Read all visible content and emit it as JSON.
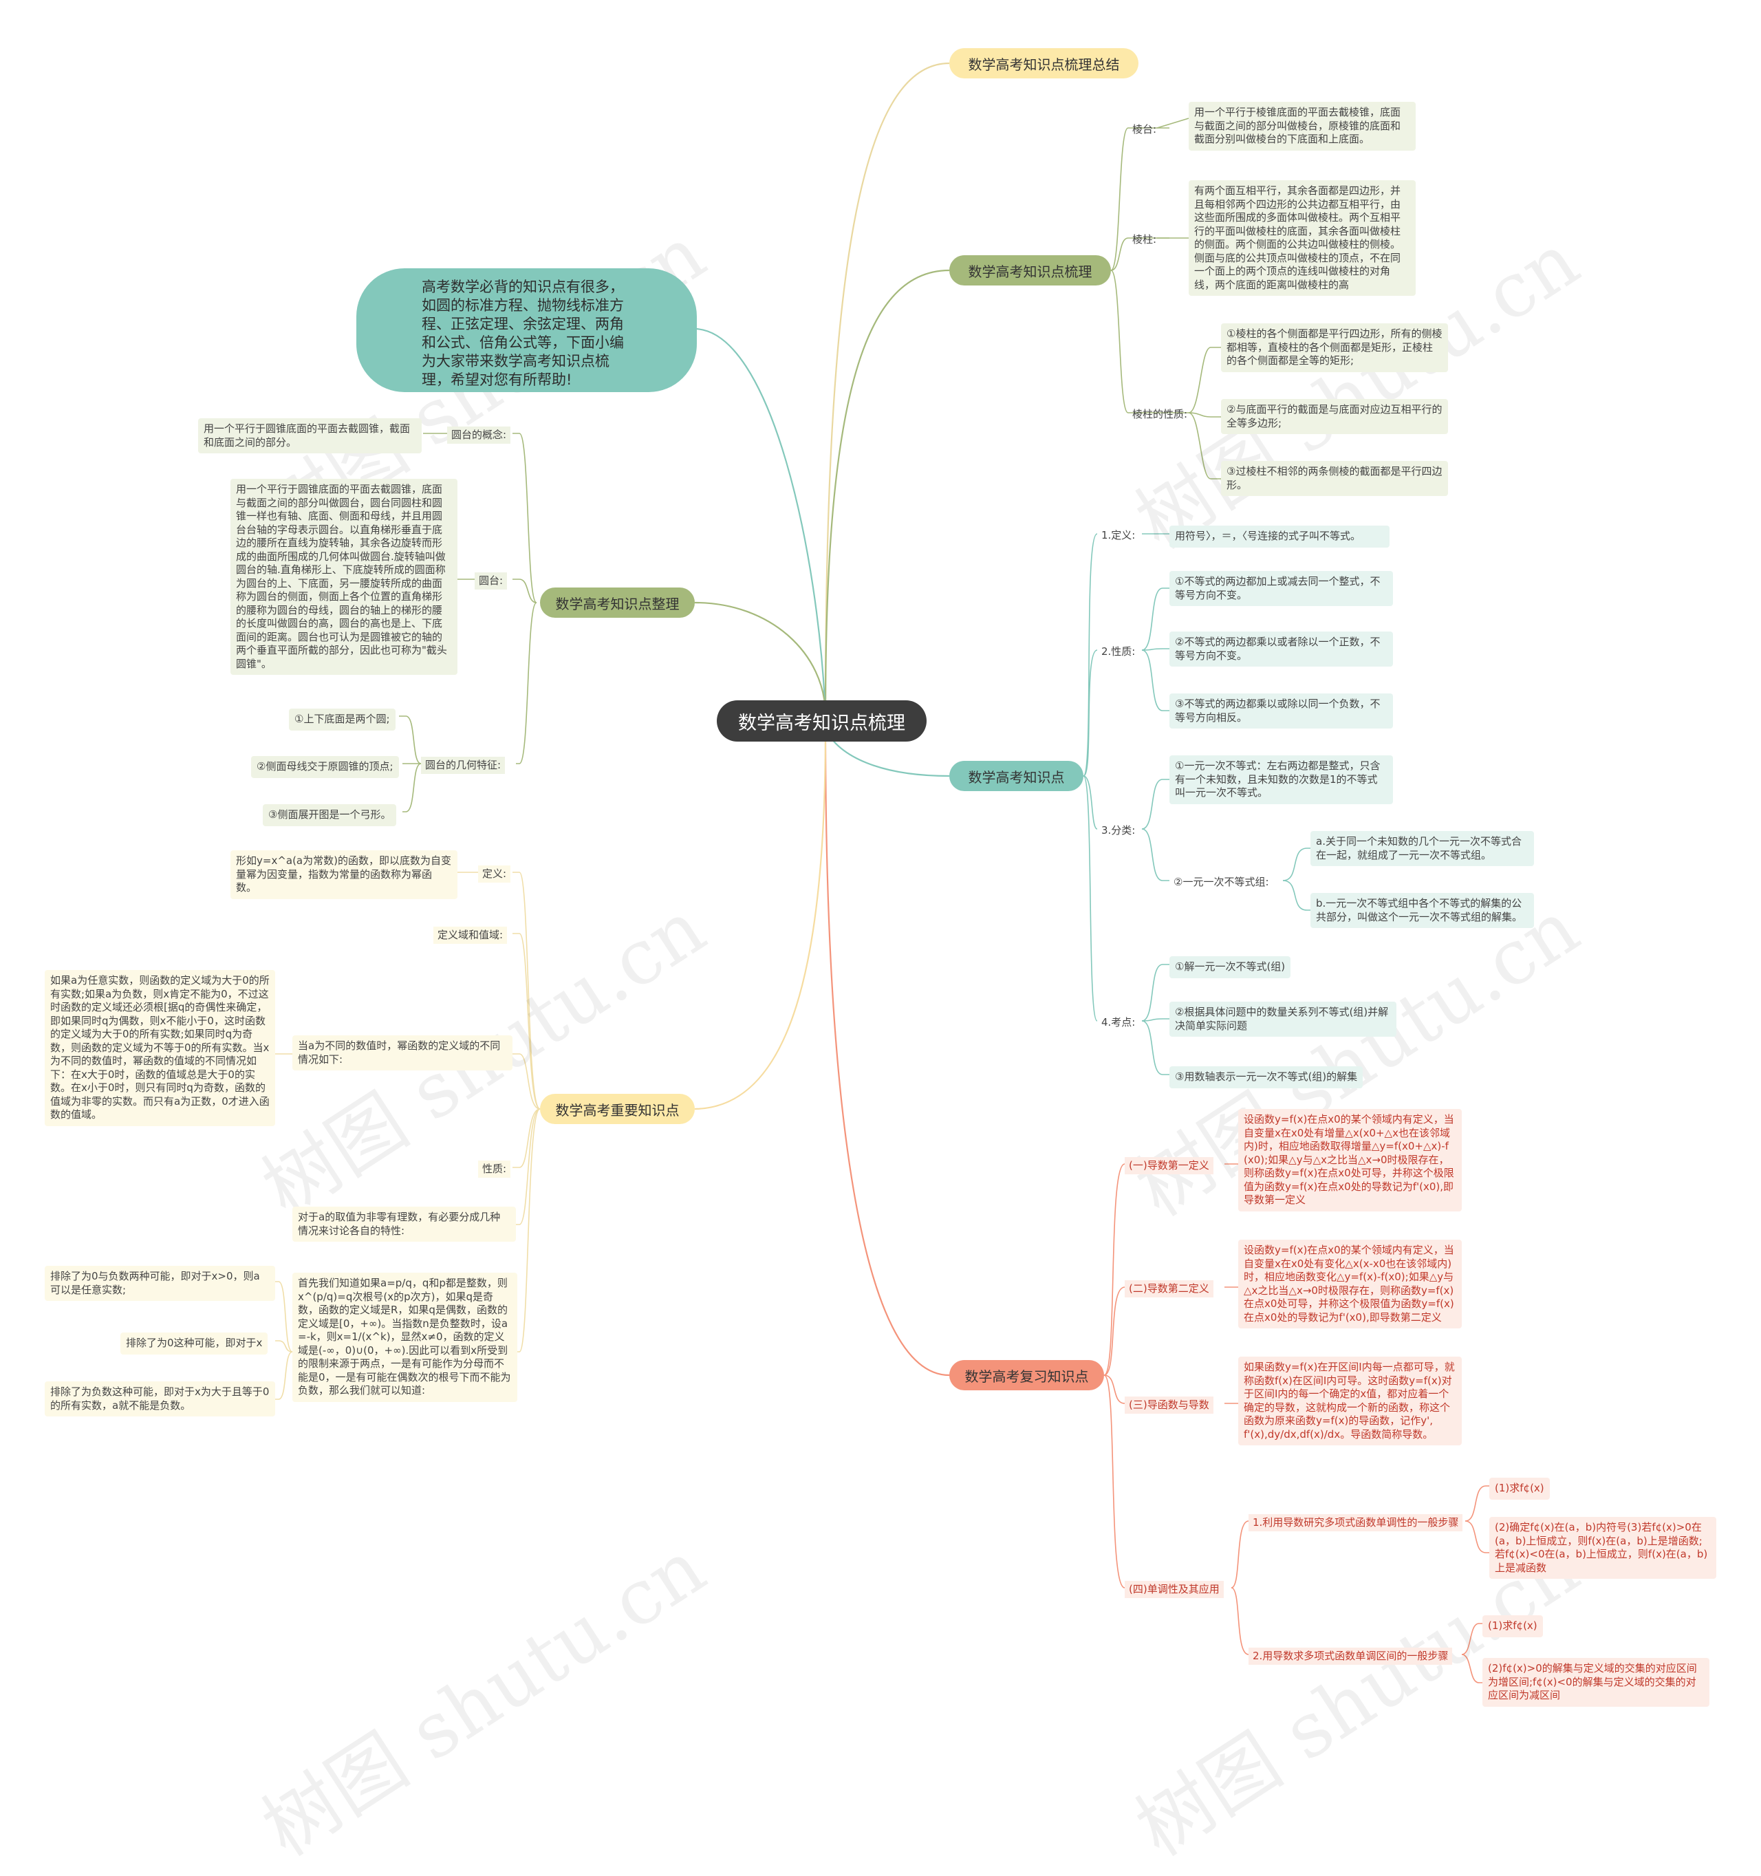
{
  "root": "数学高考知识点梳理",
  "intro": "高考数学必背的知识点有很多，如圆的标准方程、抛物线标准方程、正弦定理、余弦定理、两角和公式、倍角公式等，下面小编为大家带来数学高考知识点梳理，希望对您有所帮助!",
  "watermark": "树图 shutu.cn",
  "branches": {
    "summary": "数学高考知识点梳理总结",
    "sorting": "数学高考知识点梳理",
    "ineq": "数学高考知识点",
    "review": "数学高考复习知识点",
    "organize": "数学高考知识点整理",
    "important": "数学高考重要知识点"
  },
  "sorting": {
    "frustum_label": "棱台:",
    "frustum_text": "用一个平行于棱锥底面的平面去截棱锥，底面与截面之间的部分叫做棱台，原棱锥的底面和截面分别叫做棱台的下底面和上底面。",
    "prism_label": "棱柱:",
    "prism_text": "有两个面互相平行，其余各面都是四边形，并且每相邻两个四边形的公共边都互相平行，由这些面所围成的多面体叫做棱柱。两个互相平行的平面叫做棱柱的底面，其余各面叫做棱柱的侧面。两个侧面的公共边叫做棱柱的侧棱。侧面与底的公共顶点叫做棱柱的顶点，不在同一个面上的两个顶点的连线叫做棱柱的对角线，两个底面的距离叫做棱柱的高",
    "prop_label": "棱柱的性质:",
    "props": [
      "①棱柱的各个侧面都是平行四边形，所有的侧棱都相等，直棱柱的各个侧面都是矩形，正棱柱的各个侧面都是全等的矩形;",
      "②与底面平行的截面是与底面对应边互相平行的全等多边形;",
      "③过棱柱不相邻的两条侧棱的截面都是平行四边形。"
    ]
  },
  "ineq": {
    "def_label": "1.定义:",
    "def_text": "用符号〉，＝，〈号连接的式子叫不等式。",
    "nature_label": "2.性质:",
    "natures": [
      "①不等式的两边都加上或减去同一个整式，不等号方向不变。",
      "②不等式的两边都乘以或者除以一个正数，不等号方向不变。",
      "③不等式的两边都乘以或除以同一个负数，不等号方向相反。"
    ],
    "class_label": "3.分类:",
    "class1": "①一元一次不等式：左右两边都是整式，只含有一个未知数，且未知数的次数是1的不等式叫一元一次不等式。",
    "class2_label": "②一元一次不等式组:",
    "class2_items": [
      "a.关于同一个未知数的几个一元一次不等式合在一起，就组成了一元一次不等式组。",
      "b.一元一次不等式组中各个不等式的解集的公共部分，叫做这个一元一次不等式组的解集。"
    ],
    "exam_label": "4.考点:",
    "exams": [
      "①解一元一次不等式(组)",
      "②根据具体问题中的数量关系列不等式(组)并解决简单实际问题",
      "③用数轴表示一元一次不等式(组)的解集"
    ]
  },
  "review": {
    "d1_label": "(一)导数第一定义",
    "d1_text": "设函数y=f(x)在点x0的某个领域内有定义，当自变量x在x0处有增量△x(x0+△x也在该邻域内)时，相应地函数取得增量△y=f(x0+△x)-f(x0);如果△y与△x之比当△x→0时极限存在，则称函数y=f(x)在点x0处可导，并称这个极限值为函数y=f(x)在点x0处的导数记为f'(x0),即导数第一定义",
    "d2_label": "(二)导数第二定义",
    "d2_text": "设函数y=f(x)在点x0的某个领域内有定义，当自变量x在x0处有变化△x(x-x0也在该邻域内)时，相应地函数变化△y=f(x)-f(x0);如果△y与△x之比当△x→0时极限存在，则称函数y=f(x)在点x0处可导，并称这个极限值为函数y=f(x)在点x0处的导数记为f'(x0),即导数第二定义",
    "d3_label": "(三)导函数与导数",
    "d3_text": "如果函数y=f(x)在开区间I内每一点都可导，就称函数f(x)在区间I内可导。这时函数y=f(x)对于区间I内的每一个确定的x值，都对应着一个确定的导数，这就构成一个新的函数，称这个函数为原来函数y=f(x)的导函数，记作y',f'(x),dy/dx,df(x)/dx。导函数简称导数。",
    "d4_label": "(四)单调性及其应用",
    "step1_label": "1.利用导数研究多项式函数单调性的一般步骤",
    "step1_items": [
      "(1)求f¢(x)",
      "(2)确定f¢(x)在(a，b)内符号(3)若f¢(x)>0在(a，b)上恒成立，则f(x)在(a，b)上是增函数;若f¢(x)<0在(a，b)上恒成立，则f(x)在(a，b)上是减函数"
    ],
    "step2_label": "2.用导数求多项式函数单调区间的一般步骤",
    "step2_items": [
      "(1)求f¢(x)",
      "(2)f¢(x)>0的解集与定义域的交集的对应区间为增区间;f¢(x)<0的解集与定义域的交集的对应区间为减区间"
    ]
  },
  "organize": {
    "concept_label": "圆台的概念:",
    "concept_text": "用一个平行于圆锥底面的平面去截圆锥，截面和底面之间的部分。",
    "yt_label": "圆台:",
    "yt_text": "用一个平行于圆锥底面的平面去截圆锥，底面与截面之间的部分叫做圆台，圆台同圆柱和圆锥一样也有轴、底面、侧面和母线，并且用圆台台轴的字母表示圆台。以直角梯形垂直于底边的腰所在直线为旋转轴，其余各边旋转而形成的曲面所围成的几何体叫做圆台.旋转轴叫做圆台的轴.直角梯形上、下底旋转所成的圆面称为圆台的上、下底面，另一腰旋转所成的曲面称为圆台的侧面，侧面上各个位置的直角梯形的腰称为圆台的母线，圆台的轴上的梯形的腰的长度叫做圆台的高，圆台的高也是上、下底面间的距离。圆台也可认为是圆锥被它的轴的两个垂直平面所截的部分，因此也可称为\"截头圆锥\"。",
    "geo_label": "圆台的几何特征:",
    "geo_items": [
      "①上下底面是两个圆;",
      "②侧面母线交于原圆锥的顶点;",
      "③侧面展开图是一个弓形。"
    ]
  },
  "important": {
    "def_label": "定义:",
    "def_text": "形如y=x^a(a为常数)的函数，即以底数为自变量幂为因变量，指数为常量的函数称为幂函数。",
    "domain_label": "定义域和值域:",
    "diff_label": "当a为不同的数值时，幂函数的定义域的不同情况如下:",
    "diff_text": "如果a为任意实数，则函数的定义域为大于0的所有实数;如果a为负数，则x肯定不能为0，不过这时函数的定义域还必须根[据q的奇偶性来确定，即如果同时q为偶数，则x不能小于0，这时函数的定义域为大于0的所有实数;如果同时q为奇数，则函数的定义域为不等于0的所有实数。当x为不同的数值时，幂函数的值域的不同情况如下：在x大于0时，函数的值域总是大于0的实数。在x小于0时，则只有同时q为奇数，函数的值域为非零的实数。而只有a为正数，0才进入函数的值域。",
    "prop_label": "性质:",
    "rational": "对于a的取值为非零有理数，有必要分成几种情况来讨论各自的特性:",
    "first": "首先我们知道如果a=p/q，q和p都是整数，则x^(p/q)=q次根号(x的p次方)，如果q是奇数，函数的定义域是R，如果q是偶数，函数的定义域是[0，+∞)。当指数n是负整数时，设a=-k，则x=1/(x^k)，显然x≠0，函数的定义域是(-∞，0)∪(0，+∞).因此可以看到x所受到的限制来源于两点，一是有可能作为分母而不能是0，一是有可能在偶数次的根号下而不能为负数，那么我们就可以知道:",
    "excl": [
      "排除了为0与负数两种可能，即对于x>0，则a可以是任意实数;",
      "排除了为0这种可能，即对于x",
      "排除了为负数这种可能，即对于x为大于且等于0的所有实数，a就不能是负数。"
    ]
  },
  "colors": {
    "yellow": "#fde9a9",
    "olive": "#a5b97b",
    "teal": "#83c8bb",
    "salmon": "#f4937a",
    "root": "#3d3d3d"
  }
}
